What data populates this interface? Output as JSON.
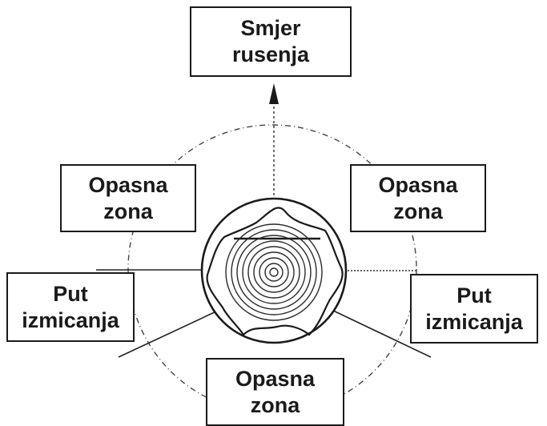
{
  "diagram": {
    "boxes": {
      "direction": {
        "line1": "Smjer",
        "line2": "rusenja"
      },
      "danger_left": {
        "line1": "Opasna",
        "line2": "zona"
      },
      "danger_right": {
        "line1": "Opasna",
        "line2": "zona"
      },
      "escape_left": {
        "line1": "Put",
        "line2": "izmicanja"
      },
      "escape_right": {
        "line1": "Put",
        "line2": "izmicanja"
      },
      "danger_bottom": {
        "line1": "Opasna",
        "line2": "zona"
      }
    },
    "colors": {
      "ink": "#1a1a1a",
      "background": "#ffffff"
    }
  }
}
